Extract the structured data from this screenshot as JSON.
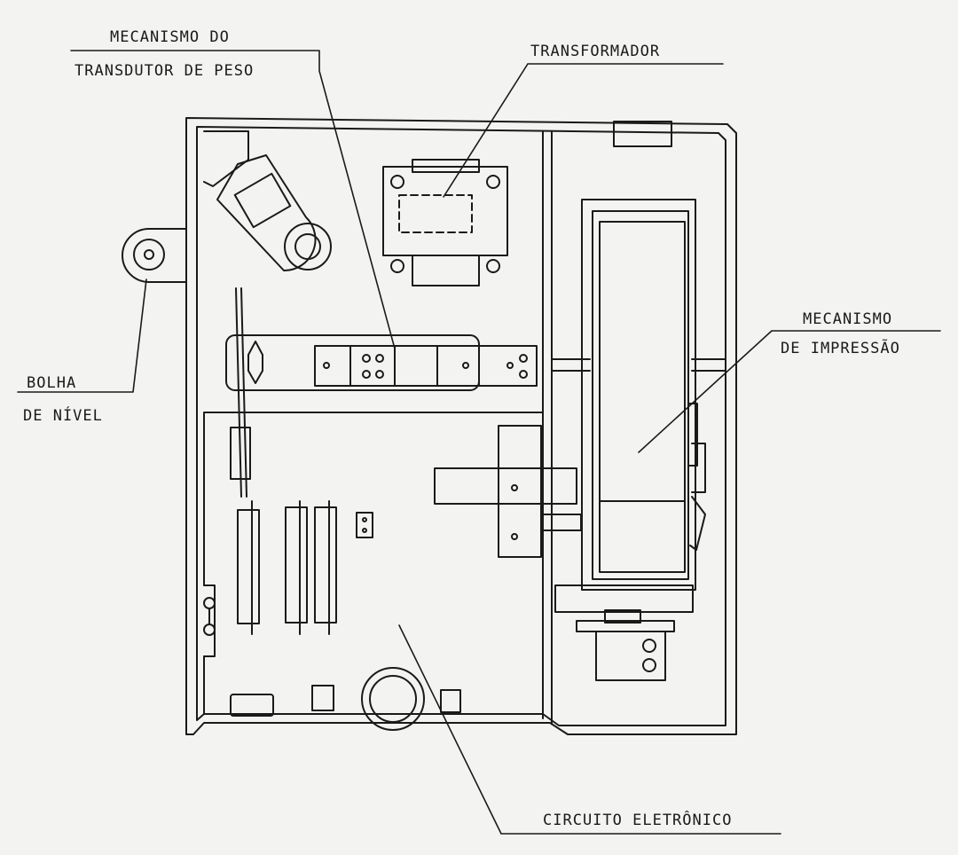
{
  "labels": {
    "weigh_mech_line1": "MECANISMO DO",
    "weigh_mech_line2": "TRANSDUTOR DE PESO",
    "transformer": "TRANSFORMADOR",
    "print_mech_line1": "MECANISMO",
    "print_mech_line2": "DE IMPRESSÃO",
    "level_line1": "BOLHA",
    "level_line2": "DE NÍVEL",
    "circuit": "CIRCUITO ELETRÔNICO"
  },
  "colors": {
    "paper": "#f3f3f1",
    "ink": "#1a1a1a"
  }
}
